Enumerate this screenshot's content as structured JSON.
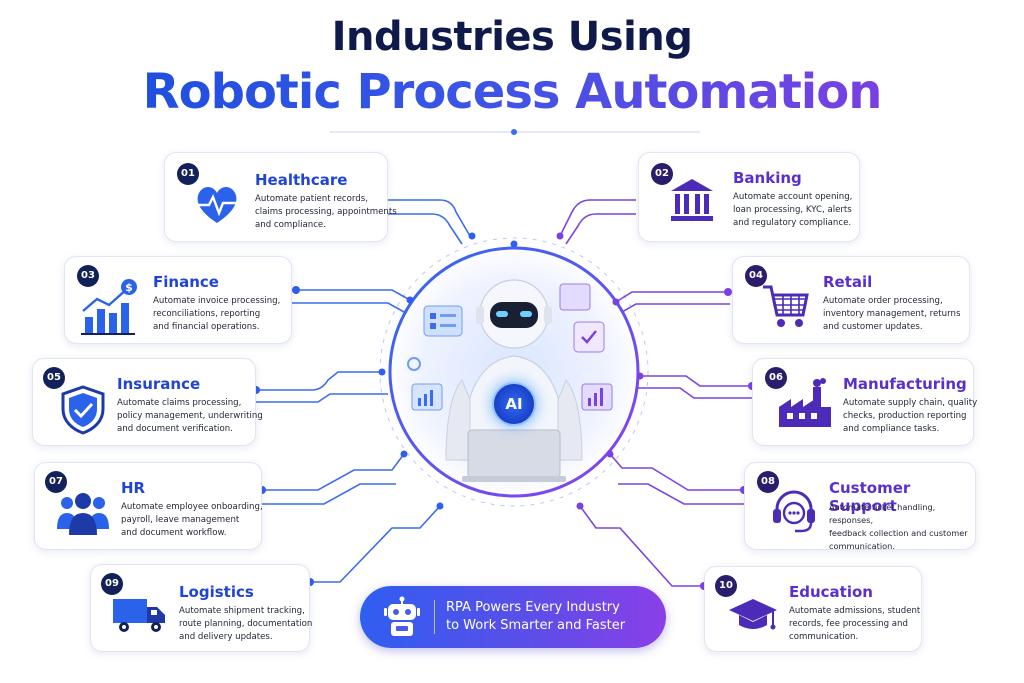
{
  "title": {
    "line1": "Industries Using",
    "line2": "Robotic Process Automation"
  },
  "center": {
    "badge": "AI"
  },
  "industries": [
    {
      "num": "01",
      "name": "Healthcare",
      "desc": [
        "Automate patient records,",
        "claims processing, appointments",
        "and compliance."
      ],
      "icon": "heart-pulse-icon"
    },
    {
      "num": "02",
      "name": "Banking",
      "desc": [
        "Automate account opening,",
        "loan processing, KYC, alerts",
        "and regulatory compliance."
      ],
      "icon": "bank-icon"
    },
    {
      "num": "03",
      "name": "Finance",
      "desc": [
        "Automate invoice processing,",
        "reconciliations, reporting",
        "and financial operations."
      ],
      "icon": "finance-chart-icon"
    },
    {
      "num": "04",
      "name": "Retail",
      "desc": [
        "Automate order processing,",
        "inventory management, returns",
        "and customer updates."
      ],
      "icon": "shopping-cart-icon"
    },
    {
      "num": "05",
      "name": "Insurance",
      "desc": [
        "Automate claims processing,",
        "policy management, underwriting",
        "and document verification."
      ],
      "icon": "shield-check-icon"
    },
    {
      "num": "06",
      "name": "Manufacturing",
      "desc": [
        "Automate supply chain, quality",
        "checks, production reporting",
        "and compliance tasks."
      ],
      "icon": "factory-icon"
    },
    {
      "num": "07",
      "name": "HR",
      "desc": [
        "Automate employee onboarding,",
        "payroll, leave management",
        "and document workflow."
      ],
      "icon": "people-icon"
    },
    {
      "num": "08",
      "name": "Customer Support",
      "desc": [
        "Automate ticket handling, responses,",
        "feedback collection and customer",
        "communication."
      ],
      "icon": "headset-icon"
    },
    {
      "num": "09",
      "name": "Logistics",
      "desc": [
        "Automate shipment tracking,",
        "route planning, documentation",
        "and delivery updates."
      ],
      "icon": "truck-icon"
    },
    {
      "num": "10",
      "name": "Education",
      "desc": [
        "Automate admissions, student",
        "records, fee processing and",
        "communication."
      ],
      "icon": "graduation-cap-icon"
    }
  ],
  "banner": {
    "line1": "RPA Powers Every Industry",
    "line2": "to Work Smarter and Faster",
    "icon": "robot-icon"
  },
  "colors": {
    "blue": "#1f44d6",
    "purple": "#5a2fd0",
    "navy": "#101a4a"
  }
}
